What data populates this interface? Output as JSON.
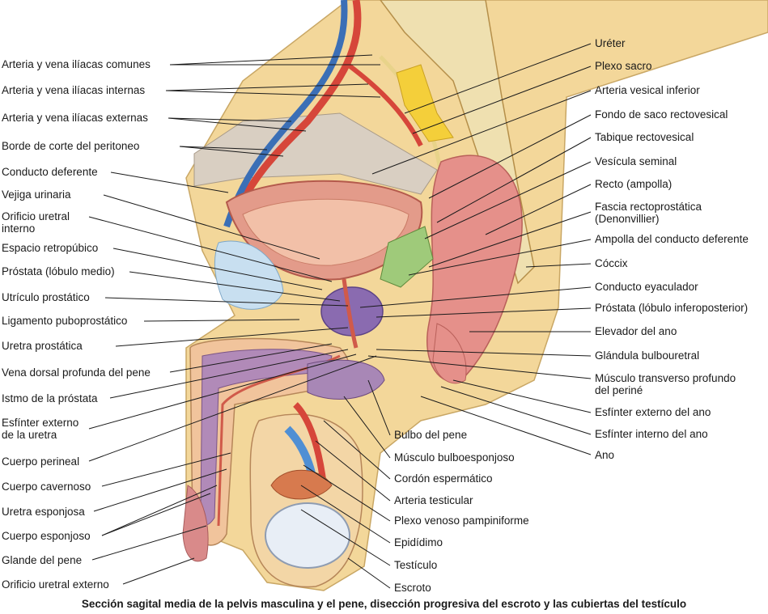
{
  "caption": "Sección sagital media de la pelvis masculina y el pene, disección progresiva del escroto y las cubiertas del testículo",
  "labels_left": [
    "Arteria y vena ilíacas comunes",
    "Arteria y vena ilíacas internas",
    "Arteria y vena ilíacas externas",
    "Borde de corte del peritoneo",
    "Conducto deferente",
    "Vejiga urinaria",
    "Orificio uretral\ninterno",
    "Espacio retropúbico",
    "Próstata (lóbulo medio)",
    "Utrículo prostático",
    "Ligamento puboprostático",
    "Uretra prostática",
    "Vena dorsal profunda del pene",
    "Istmo de la próstata",
    "Esfínter externo\nde la uretra",
    "Cuerpo perineal",
    "Cuerpo cavernoso",
    "Uretra esponjosa",
    "Cuerpo esponjoso",
    "Glande del pene",
    "Orificio uretral externo"
  ],
  "labels_right": [
    "Uréter",
    "Plexo sacro",
    "Arteria vesical inferior",
    "Fondo de saco rectovesical",
    "Tabique rectovesical",
    "Vesícula seminal",
    "Recto (ampolla)",
    "Fascia rectoprostática\n(Denonvillier)",
    "Ampolla del conducto deferente",
    "Cóccix",
    "Conducto eyaculador",
    "Próstata (lóbulo inferoposterior)",
    "Elevador del ano",
    "Glándula bulbouretral",
    "Músculo transverso profundo\ndel periné",
    "Esfínter externo del ano",
    "Esfínter interno del ano",
    "Ano"
  ],
  "labels_center": [
    "Bulbo del pene",
    "Músculo bulboesponjoso",
    "Cordón espermático",
    "Arteria testicular",
    "Plexo venoso pampiniforme",
    "Epidídimo",
    "Testículo",
    "Escroto"
  ]
}
